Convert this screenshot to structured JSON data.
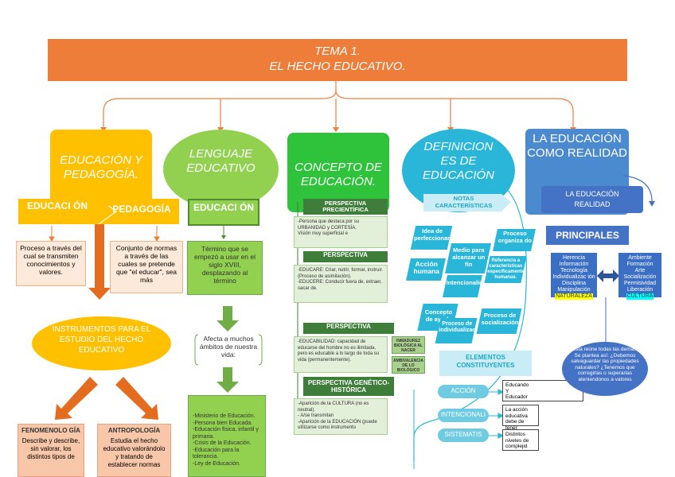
{
  "title": {
    "line1": "TEMA 1.",
    "line2": "EL HECHO EDUCATIVO."
  },
  "col1": {
    "header": "EDUCACIÓN Y PEDAGOGÍA.",
    "tab_left": "EDUCACI ÓN",
    "tab_right": "PEDAGOGÍA",
    "def_left": "Proceso a través del cual se transmiten conocimientos y valores.",
    "def_right": "Conjunto de normas a través de las cuales se pretende que \"el educar\", sea más",
    "instruments": "INSTRUMENTOS PARA EL ESTUDIO DEL HECHO EDUCATIVO",
    "feno_title": "FENOMENOLO GÍA",
    "feno_text": "Describe y describe, sin valorar, los distintos tipos de",
    "antro_title": "ANTROPOLOGÍA",
    "antro_text": "Estudia el hecho educativo valorándolo y tratando de establecer normas"
  },
  "col2": {
    "header": "LENGUAJE EDUCATIVO",
    "tab": "EDUCACI ÓN",
    "desc": "Término que se empezó a usar en el siglo XVIII, desplazando al término",
    "affects": "Afecta a muchos ámbitos de nuestra vida:",
    "list": "-Ministerio de Educación.\n-Persona bien Educada.\n-Educación física, infantil y primaria.\n-Crisis de la Educación.\n-Educación para la tolerancia.\n-Ley de Educación."
  },
  "col3": {
    "header": "CONCEPTO DE EDUCACIÓN.",
    "p1_title": "PERSPECTIVA PRECIENTÍFICA",
    "p1_text": "-Persona que destaca por su URBANIDAD y CORTESÍA.\nVisión muy superficial e",
    "p2_title": "PERSPECTIVA",
    "p2_text": "-EDUCARE: Criar, nutrir, formar, instruir. (Proceso de asimilación).\n-EDUCERE: Conducir fuera de, extraer, sacar de.",
    "p3_title": "PERSPECTIVA",
    "p3_text": "-EDUCABILIDAD: capacidad de educarse del hombre no es ilimitada, pero es educable a lo largo de toda su vida (permanentemente).",
    "p3_side1": "INMADUREZ BIOLÓGICA AL NACER",
    "p3_side2": "AMBIVALENCIA DE LO BIOLÓGICO",
    "p4_title": "PERSPECTIVA GENÉTICO-HISTÓRICA",
    "p4_text": "-Aparición de la CULTURA (no es neutral).\n- A/se transmitan\n-Aparición de la EDUCACIÓN (puede utilizarse como instrumento"
  },
  "col4": {
    "header": "DEFINICION ES DE EDUCACIÓN",
    "notes": "NOTAS CARACTERÍSTICAS",
    "items": [
      "Idea de perfeccionamiento",
      "Medio para alcanzar un fin",
      "Proceso organiza do",
      "Acción humana",
      "Intencionalidad",
      "Referencia a características específicamente humanas.",
      "Concepto de ayuda",
      "Proceso de individualización",
      "Proceso de socialización"
    ],
    "elements": "ELEMENTOS CONSTITUYENTES",
    "ovals": [
      "ACCIÓN",
      "INTENCIONALI",
      "SISTEMATIS"
    ],
    "r1": "Educando\nY\nEducador",
    "r2": "La acción educativa debe de tener",
    "r3": "Distintos niveles de complejid"
  },
  "col5": {
    "header": "LA EDUCACIÓN COMO REALIDAD",
    "realidad": "LA EDUCACIÓN REALIDAD",
    "principales": "PRINCIPALES",
    "left_list": [
      "Herencia",
      "Información",
      "Tecnología",
      "Individualizac ión",
      "Disciplina",
      "Manipulación",
      "NATURALEZA"
    ],
    "right_list": [
      "Ambiente",
      "Formación",
      "Arte",
      "Socialización",
      "Permisividad",
      "Liberación",
      "CULTURA"
    ],
    "note": "Esta reúne todas las demás. Se plantea así: ¿Debemos salvaguardar las propiedades naturales? ¿Tenemos que corregirlas o superarlas ateniendonos a valores"
  }
}
